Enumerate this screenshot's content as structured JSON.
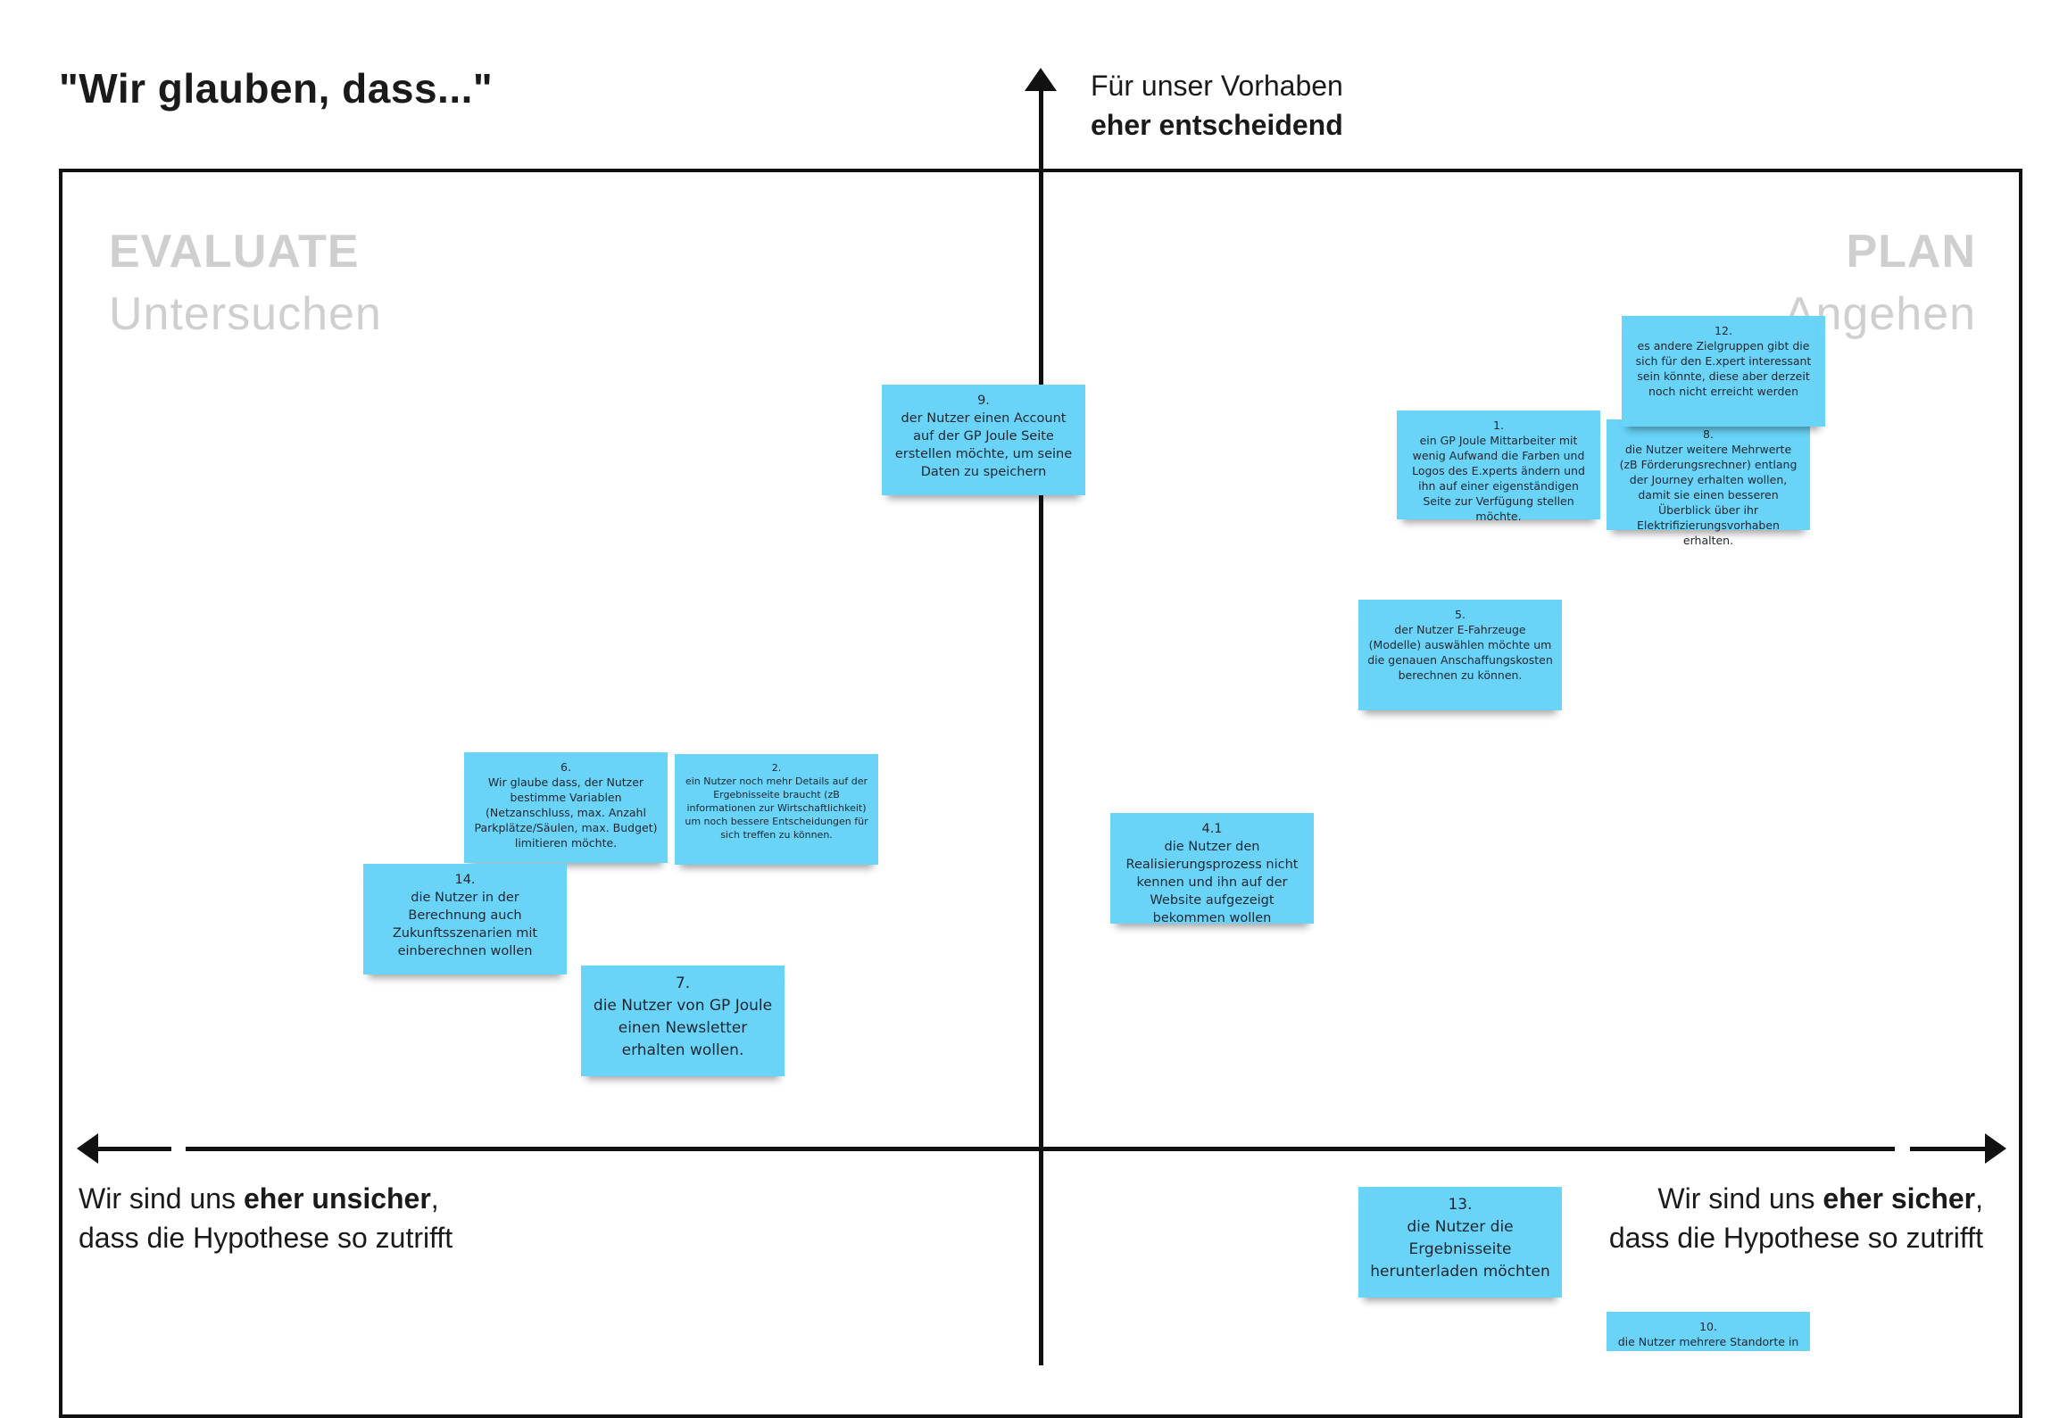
{
  "board": {
    "title": "\"Wir glauben, dass...\"",
    "top_axis": {
      "line1": "Für unser Vorhaben",
      "line2": "eher entscheidend"
    },
    "quadrants": {
      "evaluate": {
        "heading": "EVALUATE",
        "sub": "Untersuchen"
      },
      "plan": {
        "heading": "PLAN",
        "sub": "Angehen"
      }
    },
    "left_axis": {
      "pre": "Wir sind uns ",
      "bold": "eher unsicher",
      "post": ",",
      "line2": "dass die Hypothese so zutrifft"
    },
    "right_axis": {
      "pre": "Wir sind uns ",
      "bold": "eher sicher",
      "post": ",",
      "line2": "dass die Hypothese so zutrifft"
    }
  },
  "notes": {
    "n9": {
      "num": "9.",
      "text": "der Nutzer einen Account auf der GP Joule Seite erstellen möchte, um seine Daten zu speichern"
    },
    "n12": {
      "num": "12.",
      "text": "es andere Zielgruppen gibt die sich für den E.xpert interessant sein könnte, diese aber derzeit noch nicht erreicht werden"
    },
    "n1": {
      "num": "1.",
      "text": "ein GP Joule Mittarbeiter mit wenig Aufwand die Farben und Logos des E.xperts ändern  und ihn auf einer eigenständigen Seite zur Verfügung stellen möchte."
    },
    "n8": {
      "num": "8.",
      "text": "die Nutzer weitere Mehrwerte (zB Förderungsrechner) entlang der Journey erhalten wollen, damit sie einen besseren Überblick über ihr Elektrifizierungsvorhaben erhalten."
    },
    "n5": {
      "num": "5.",
      "text": "der Nutzer E-Fahrzeuge (Modelle) auswählen möchte um die genauen Anschaffungskosten berechnen zu können."
    },
    "n6": {
      "num": "6.",
      "text": "Wir glaube dass, der Nutzer bestimme Variablen (Netzanschluss, max. Anzahl Parkplätze/Säulen, max. Budget) limitieren möchte."
    },
    "n2": {
      "num": "2.",
      "text": "ein Nutzer noch mehr Details auf der Ergebnisseite braucht (zB informationen zur Wirtschaftlichkeit) um noch bessere Entscheidungen für sich treffen zu können."
    },
    "n14": {
      "num": "14.",
      "text": "die Nutzer in der Berechnung auch Zukunftsszenarien mit einberechnen wollen"
    },
    "n41": {
      "num": "4.1",
      "text": "die Nutzer den Realisierungsprozess nicht kennen und ihn auf der Website aufgezeigt bekommen wollen"
    },
    "n7": {
      "num": "7.",
      "text": "die Nutzer von GP Joule einen Newsletter erhalten wollen."
    },
    "n13": {
      "num": "13.",
      "text": "die Nutzer die Ergebnisseite herunterladen möchten"
    },
    "n10": {
      "num": "10.",
      "text": "die Nutzer mehrere Standorte in den E.xpert eintragen wollen um"
    }
  },
  "colors": {
    "note": "#69d4f8",
    "quadrant_label": "#cfcfcf",
    "lines": "#111111"
  }
}
